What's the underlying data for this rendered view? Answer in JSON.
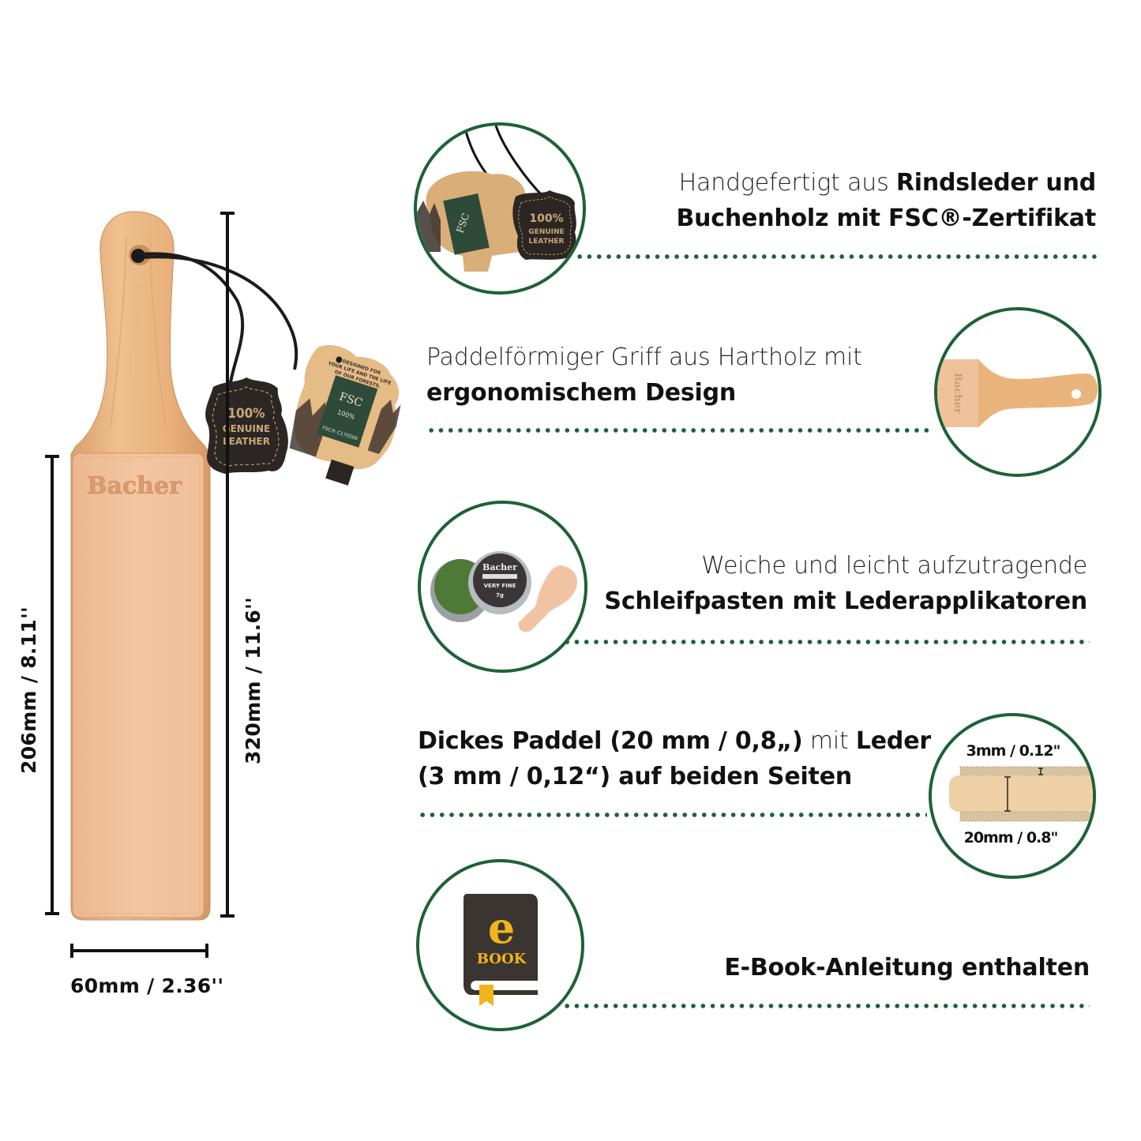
{
  "brand": "Bacher",
  "colors": {
    "accent_green": "#1d6236",
    "wood": "#e8b482",
    "leather": "#efc09a",
    "dark_tag": "#2f2a27",
    "ebook_yellow": "#f2b41c",
    "ebook_cover": "#3b3531"
  },
  "dimensions": {
    "leather_length": "206mm / 8.11''",
    "total_length": "320mm / 11.6''",
    "width": "60mm / 2.36''"
  },
  "tags": {
    "leather_tag": [
      "100%",
      "GENUINE",
      "LEATHER"
    ],
    "fsc_tag_slogan": [
      "DESIGNED FOR",
      "YOUR LIFE AND THE LIFE",
      "OF OUR FORESTS."
    ],
    "fsc_label": "FSC",
    "fsc_percent": "100%",
    "fsc_code": "FSC® C170599"
  },
  "features": [
    {
      "id": "materials",
      "icon": "leather-and-fsc-tags-icon",
      "line1_light": "Handgefertigt aus ",
      "line1_bold": "Rindsleder und",
      "line2_bold": "Buchenholz mit FSC®-Zertifikat"
    },
    {
      "id": "handle",
      "icon": "paddle-handle-icon",
      "line1_light": "Paddelförmiger Griff aus Hartholz mit",
      "line2_bold": "ergonomischem Design"
    },
    {
      "id": "pastes",
      "icon": "polishing-paste-tin-icon",
      "line1_light": "Weiche und leicht aufzutragende",
      "line2_bold": "Schleifpasten mit Lederapplikatoren",
      "tin_brand": "Bacher",
      "tin_grade": "VERY FINE",
      "tin_weight": "7g"
    },
    {
      "id": "thickness",
      "icon": "paddle-cross-section-icon",
      "line1_bold_a": "Dickes Paddel (20 mm / 0,8„)",
      "line1_light": " mit ",
      "line1_bold_b": "Leder",
      "line2_bold": "(3 mm / 0,12“) auf beiden Seiten",
      "leather_thickness": "3mm / 0.12\"",
      "wood_thickness": "20mm / 0.8\""
    },
    {
      "id": "ebook",
      "icon": "ebook-icon",
      "line1_bold": "E-Book-Anleitung enthalten",
      "ebook_letter": "e",
      "ebook_word": "BOOK"
    }
  ]
}
